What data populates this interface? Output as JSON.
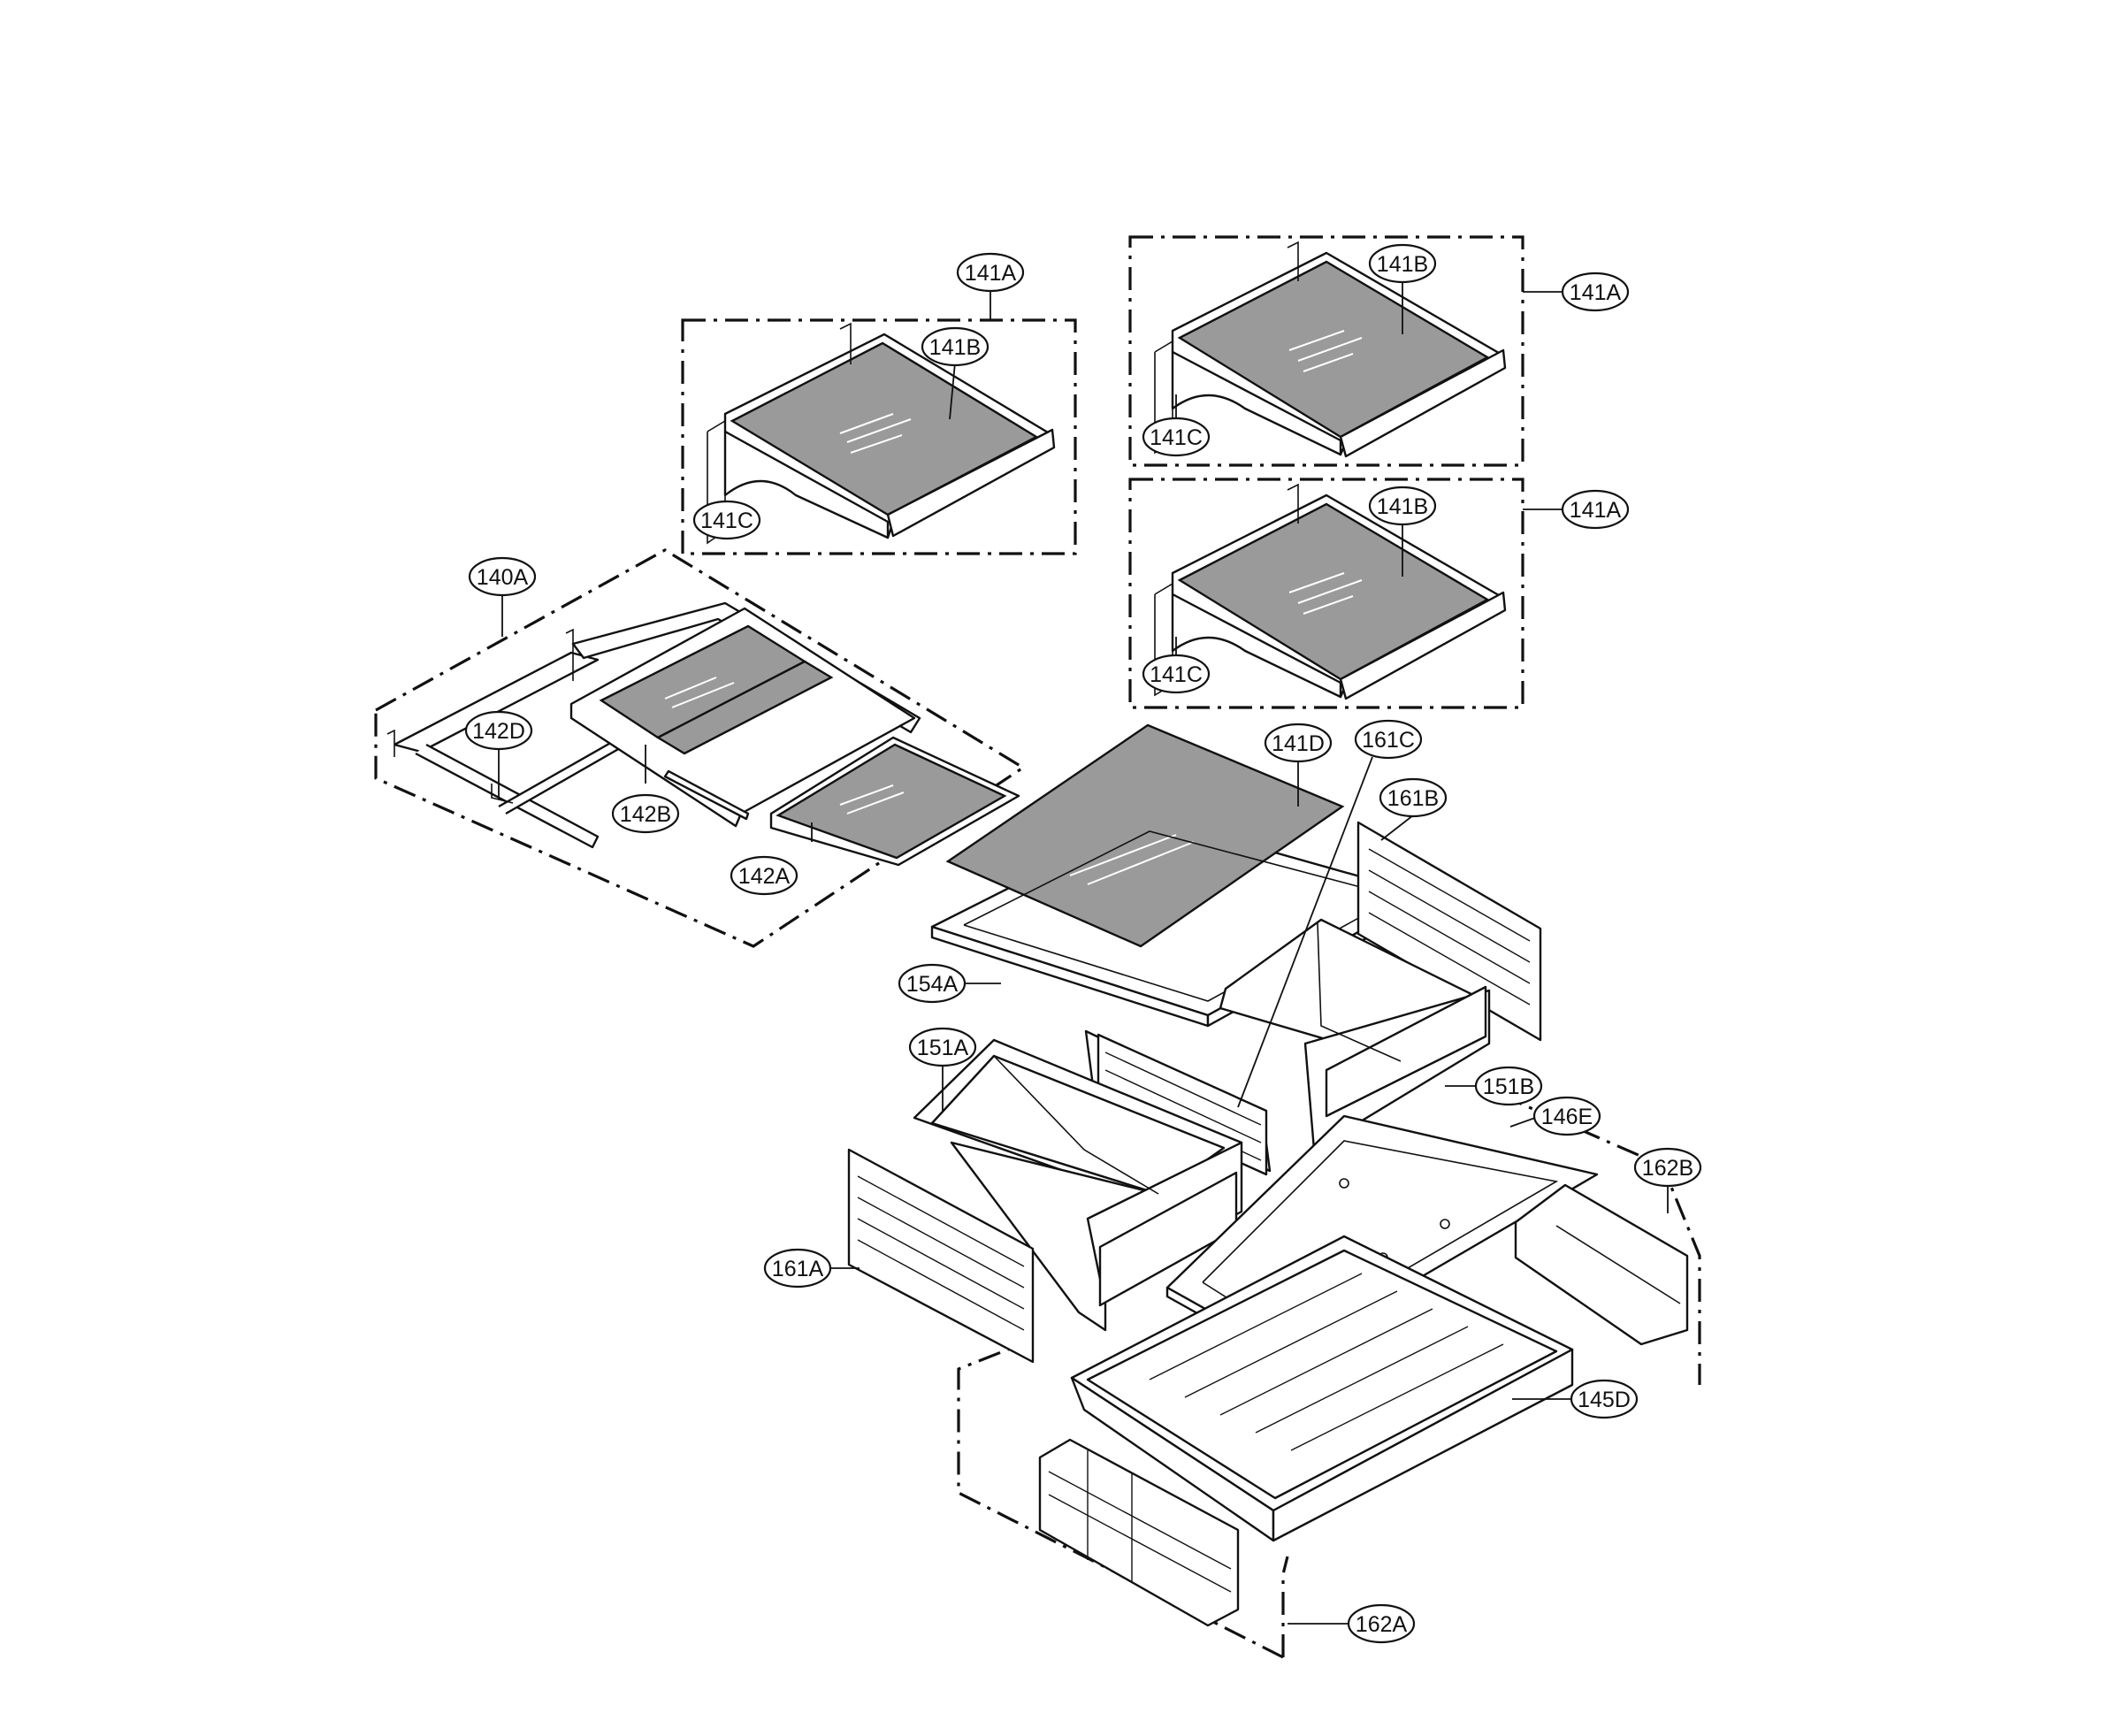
{
  "callouts": {
    "c141A_left": "141A",
    "c141B_left": "141B",
    "c141C_left": "141C",
    "c141A_top": "141A",
    "c141B_top": "141B",
    "c141C_top": "141C",
    "c141A_mid": "141A",
    "c141B_mid": "141B",
    "c141C_mid": "141C",
    "c140A": "140A",
    "c142D": "142D",
    "c142B": "142B",
    "c142A": "142A",
    "c141D": "141D",
    "c161C": "161C",
    "c161B": "161B",
    "c154A": "154A",
    "c151A": "151A",
    "c151B": "151B",
    "c146E": "146E",
    "c162B": "162B",
    "c161A": "161A",
    "c145D": "145D",
    "c162A": "162A"
  }
}
